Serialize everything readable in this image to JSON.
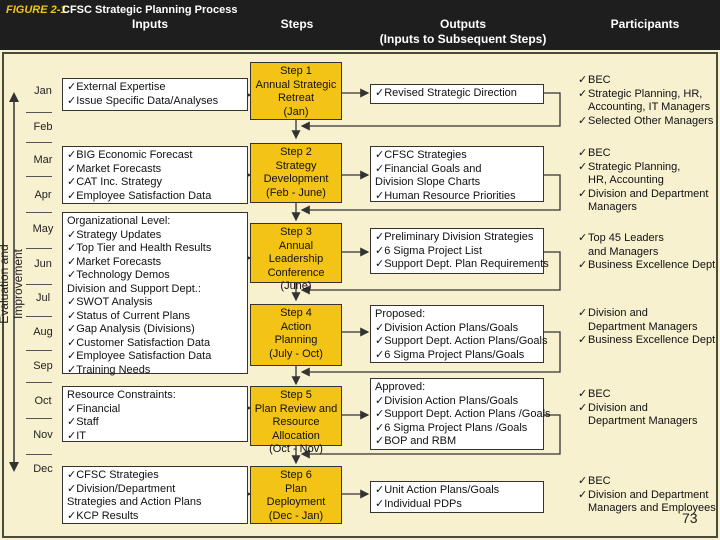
{
  "header": {
    "figure_number": "FIGURE 2-1",
    "figure_title": "CFSC Strategic Planning Process",
    "columns": {
      "inputs": "Inputs",
      "steps": "Steps",
      "outputs": "Outputs",
      "outputs_sub": "(Inputs to Subsequent Steps)",
      "participants": "Participants"
    }
  },
  "side_label": "Evaluation and Improvement",
  "months": [
    "Jan",
    "Feb",
    "Mar",
    "Apr",
    "May",
    "Jun",
    "Jul",
    "Aug",
    "Sep",
    "Oct",
    "Nov",
    "Dec"
  ],
  "rows": [
    {
      "inputs": [
        "External Expertise",
        "Issue Specific Data/Analyses"
      ],
      "step": [
        "Step 1",
        "Annual Strategic",
        "Retreat",
        "(Jan)"
      ],
      "outputs": [
        "Revised Strategic Direction"
      ],
      "participants": [
        "BEC",
        "Strategic Planning, HR,\nAccounting, IT Managers",
        "Selected Other Managers"
      ]
    },
    {
      "inputs": [
        "BIG Economic Forecast",
        "Market Forecasts",
        "CAT Inc. Strategy",
        "Employee Satisfaction Data"
      ],
      "step": [
        "Step 2",
        "Strategy",
        "Development",
        "(Feb - June)"
      ],
      "outputs": [
        "CFSC Strategies",
        "Financial Goals and\nDivision Slope Charts",
        "Human Resource Priorities"
      ],
      "participants": [
        "BEC",
        "Strategic Planning,\nHR, Accounting",
        "Division and Department\nManagers"
      ]
    },
    {
      "inputs_header_1": "Organizational Level:",
      "inputs_1": [
        "Strategy Updates",
        "Top Tier and Health Results",
        "Market Forecasts",
        "Technology Demos"
      ],
      "inputs_header_2": "Division and Support Dept.:",
      "inputs_2": [
        "SWOT Analysis",
        "Status of Current Plans",
        "Gap Analysis (Divisions)",
        "Customer Satisfaction Data",
        "Employee Satisfaction Data",
        "Training Needs"
      ],
      "step": [
        "Step 3",
        "Annual Leadership",
        "Conference",
        "(June)"
      ],
      "outputs": [
        "Preliminary Division Strategies",
        "6 Sigma Project List",
        "Support Dept. Plan Requirements"
      ],
      "participants": [
        "Top 45 Leaders\nand Managers",
        "Business Excellence Dept"
      ]
    },
    {
      "step": [
        "Step 4",
        "Action",
        "Planning",
        "(July - Oct)"
      ],
      "outputs_header": "Proposed:",
      "outputs": [
        "Division Action Plans/Goals",
        "Support Dept. Action Plans/Goals",
        "6 Sigma Project Plans/Goals"
      ],
      "participants": [
        "Division and\nDepartment  Managers",
        "Business Excellence Dept"
      ]
    },
    {
      "inputs_header": "Resource Constraints:",
      "inputs": [
        "Financial",
        "Staff",
        "IT"
      ],
      "step": [
        "Step 5",
        "Plan Review and",
        "Resource Allocation",
        "(Oct - Nov)"
      ],
      "outputs_header": "Approved:",
      "outputs": [
        "Division Action Plans/Goals",
        "Support Dept. Action Plans /Goals",
        "6 Sigma Project Plans /Goals",
        "BOP and RBM"
      ],
      "participants": [
        "BEC",
        "Division and\nDepartment  Managers"
      ]
    },
    {
      "inputs": [
        "CFSC  Strategies",
        "Division/Department\nStrategies and Action Plans",
        "KCP Results"
      ],
      "step": [
        "Step 6",
        "Plan",
        "Deployment",
        "(Dec - Jan)"
      ],
      "outputs": [
        "Unit Action Plans/Goals",
        "Individual PDPs"
      ],
      "participants": [
        "BEC",
        "Division and Department\nManagers and Employees"
      ]
    }
  ],
  "page_number": "73",
  "colors": {
    "step_fill": "#f3c315",
    "panel_fill": "#f7f1d0",
    "header_fill": "#1e1e1e"
  }
}
